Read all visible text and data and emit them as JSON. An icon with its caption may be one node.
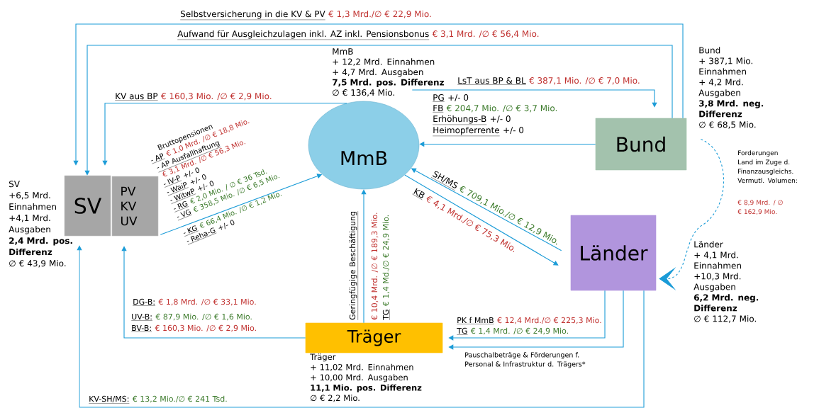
{
  "diagram": {
    "nodes": [
      {
        "text": [
          "MmB"
        ],
        "beside": [
          "MmB",
          "+ 12,2 Mrd. Einnahmen",
          "+ 4,7 Mrd. Ausgaben",
          "7,5 Mrd. pos. Differenz",
          "∅ € 136,4 Mio."
        ]
      },
      {
        "text": [
          "SV"
        ],
        "beside": [
          "SV",
          "+6,5 Mrd. Einnahmen",
          "+4,1 Mrd. Ausgaben",
          "2,4 Mrd. pos. Differenz",
          "∅ € 43,9 Mio."
        ]
      },
      {
        "text": [
          "PV KV UV"
        ]
      },
      {
        "text": [
          "Bund"
        ],
        "beside": [
          "Bund",
          "+ 387,1 Mio. Einnahmen",
          "+ 4,2 Mrd. Ausgaben",
          "3,8 Mrd. neg. Differenz",
          "∅ € 68,5 Mio."
        ]
      },
      {
        "text": [
          "Länder"
        ],
        "beside": [
          "Länder",
          "+ 4,1 Mrd. Einnahmen",
          "+10,3 Mrd. Ausgaben",
          "6,2 Mrd. neg. Differenz",
          "∅ € 112,7 Mio."
        ]
      },
      {
        "text": [
          "Träger"
        ],
        "beside": [
          "Träger",
          "+ 11,02 Mrd. Einnahmen",
          "+ 10,00 Mrd. Ausgaben",
          "11,1 Mio. pos. Differenz",
          "∅ € 2,2 Mio."
        ]
      }
    ],
    "edges": [
      {
        "from": 3,
        "to": 1,
        "arrow": "to",
        "label": "Selbstversicherung in die KV & PV"
      },
      {
        "from": 3,
        "to": 1,
        "arrow": "to",
        "label": "Aufwand für Ausgleichzulagen inkl. AZ inkl. Pensionsbonus"
      },
      {
        "from": 0,
        "to": 1,
        "arrow": "to",
        "label": "KV aus BP"
      },
      {
        "from": 0,
        "to": 3,
        "arrow": "to",
        "label": "LsT aus BP & BL"
      },
      {
        "from": 3,
        "to": 0,
        "arrow": "to"
      },
      {
        "from": 2,
        "to": 0,
        "arrow": "to"
      },
      {
        "from": 5,
        "to": 0,
        "arrow": "to",
        "label": "Geringfügige Beschäftigung"
      },
      {
        "from": 0,
        "to": 4,
        "arrow": "to",
        "label": "KB"
      },
      {
        "from": 4,
        "to": 0,
        "arrow": "to",
        "label": "SH/MS"
      },
      {
        "from": 5,
        "to": 2,
        "arrow": "to"
      },
      {
        "from": 4,
        "to": 1,
        "arrow": "to",
        "label": "KV-SH/MS:"
      },
      {
        "from": 4,
        "to": 5,
        "arrow": "to"
      },
      {
        "from": 4,
        "to": 5,
        "arrow": "to",
        "label": "Pauschalbeträge & Förderungen f. Personal & Infrastruktur d. Trägers*"
      },
      {
        "from": 3,
        "to": 4,
        "arrow": "to",
        "style": "dashed",
        "label": "Forderungen Land im Zuge d. Finanzausgleichs. Vermutl. Volumen:"
      }
    ],
    "labels": [
      "€ 1,3 Mrd./∅ € 22,9 Mio.",
      "€ 3,1 Mrd. /∅ € 56,4 Mio.",
      "€ 160,3 Mio. /∅ € 2,9 Mio.",
      "€ 387,1 Mio. /∅ € 7,0 Mio.",
      "PG",
      "+/- 0",
      "FB",
      "€ 204,7 Mio. /∅ € 3,7 Mio.",
      "Erhöhungs-B",
      "+/- 0",
      "Heimopferrente",
      "+/- 0",
      "Bruttopensionen",
      "- AP",
      "€ 1,0 Mrd. /∅ € 18,8 Mio.",
      "- AP Ausfallhaftung",
      "€ 3,1 Mrd. /∅ € 56,3 Mio.",
      "- IV-P",
      "+/- 0",
      "- WaiP",
      "+/- 0",
      "- WitwP",
      "+/- 0",
      "- RG",
      "€ 2,0 Mio. / ∅ € 36 Tsd.",
      "- VG",
      "€ 358,5 Mio. /∅ € 6,5 Mio.",
      "- KG",
      "€ 66,4 Mio. /∅ € 1,2 Mio.",
      "- Reha-G",
      "+/- 0",
      "€ 10,4 Mrd. /∅ € 189,3 Mio.",
      "TG",
      "€ 1,4 Md./∅ € 24,9 Mio.",
      "€ 709,1 Mio./∅ € 12,9 Mio.",
      "€ 4,1 Mrd./∅ € 75,3 Mio.",
      "DG-B:",
      "€ 1,8 Mrd. /∅ € 33,1 Mio.",
      "UV-B:",
      "€ 87,9 Mio. /∅ € 1,6 Mio.",
      "BV-B:",
      "€ 160,3 Mio. /∅ € 2,9 Mio.",
      "PK f MmB",
      "€ 12,4 Mrd./∅ € 225,3 Mio.",
      "TG",
      "€ 1,4 Mrd. /∅ € 24,9 Mio.",
      "€ 8,9 Mrd. / ∅ € 162,9 Mio.",
      "€ 13,2 Mio./∅ € 241 Tsd."
    ]
  }
}
